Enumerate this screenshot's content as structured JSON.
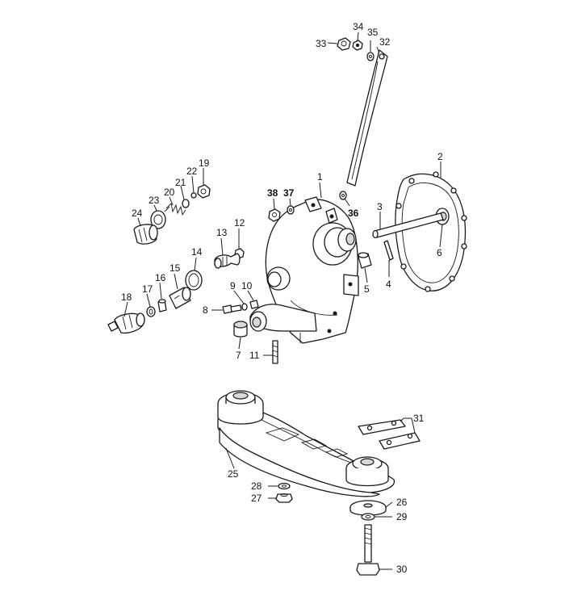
{
  "callouts": [
    {
      "id": "c1",
      "text": "1"
    },
    {
      "id": "c2",
      "text": "2"
    },
    {
      "id": "c3",
      "text": "3"
    },
    {
      "id": "c4",
      "text": "4"
    },
    {
      "id": "c5",
      "text": "5"
    },
    {
      "id": "c6",
      "text": "6"
    },
    {
      "id": "c7",
      "text": "7"
    },
    {
      "id": "c8",
      "text": "8"
    },
    {
      "id": "c9",
      "text": "9"
    },
    {
      "id": "c10",
      "text": "10"
    },
    {
      "id": "c11",
      "text": "11"
    },
    {
      "id": "c12",
      "text": "12"
    },
    {
      "id": "c13",
      "text": "13"
    },
    {
      "id": "c14",
      "text": "14"
    },
    {
      "id": "c15",
      "text": "15"
    },
    {
      "id": "c16",
      "text": "16"
    },
    {
      "id": "c17",
      "text": "17"
    },
    {
      "id": "c18",
      "text": "18"
    },
    {
      "id": "c19",
      "text": "19"
    },
    {
      "id": "c20",
      "text": "20"
    },
    {
      "id": "c21",
      "text": "21"
    },
    {
      "id": "c22",
      "text": "22"
    },
    {
      "id": "c23",
      "text": "23"
    },
    {
      "id": "c24",
      "text": "24"
    },
    {
      "id": "c25",
      "text": "25"
    },
    {
      "id": "c26",
      "text": "26"
    },
    {
      "id": "c27",
      "text": "27"
    },
    {
      "id": "c28",
      "text": "28"
    },
    {
      "id": "c29",
      "text": "29"
    },
    {
      "id": "c30",
      "text": "30"
    },
    {
      "id": "c31",
      "text": "31"
    },
    {
      "id": "c32",
      "text": "32"
    },
    {
      "id": "c33",
      "text": "33"
    },
    {
      "id": "c34",
      "text": "34"
    },
    {
      "id": "c35",
      "text": "35"
    },
    {
      "id": "c36",
      "text": "36"
    },
    {
      "id": "c37",
      "text": "37"
    },
    {
      "id": "c38",
      "text": "38"
    }
  ],
  "colors": {
    "line": "#1a1a1a",
    "background": "#ffffff"
  }
}
